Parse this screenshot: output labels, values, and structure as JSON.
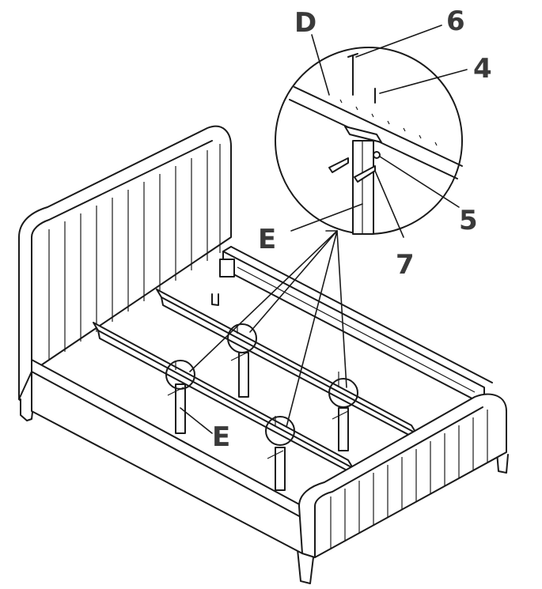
{
  "diagram": {
    "labels": {
      "d": "D",
      "six": "6",
      "four": "4",
      "five": "5",
      "seven": "7",
      "e_upper": "E",
      "e_lower": "E"
    },
    "stroke_color": "#1a1a1a",
    "label_color": "#3a3a3a"
  }
}
